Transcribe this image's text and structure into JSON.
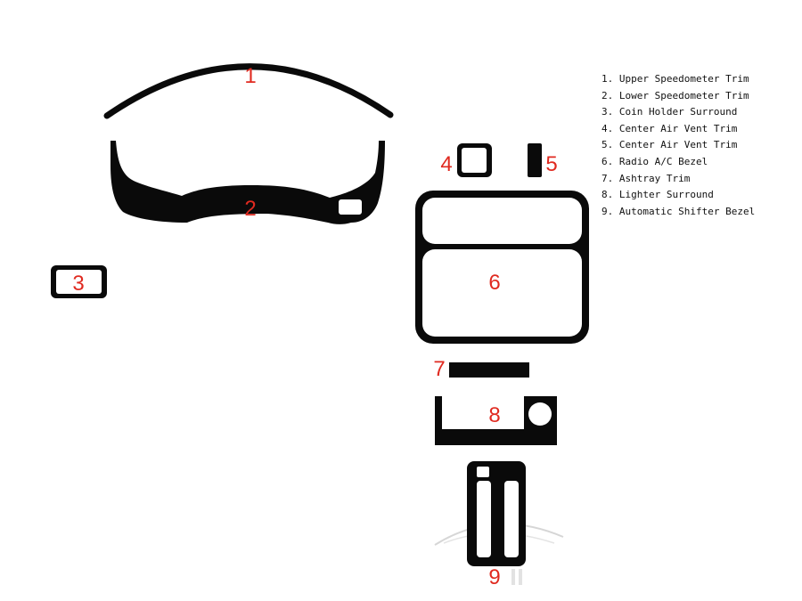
{
  "colors": {
    "part_fill": "#0a0a0a",
    "callout": "#e02a20",
    "legend_text": "#111111",
    "background": "#ffffff"
  },
  "callouts": [
    "1",
    "2",
    "3",
    "4",
    "5",
    "6",
    "7",
    "8",
    "9"
  ],
  "legend": [
    "1.  Upper Speedometer Trim",
    "2.  Lower Speedometer Trim",
    "3.  Coin Holder Surround",
    "4.  Center Air Vent Trim",
    "5.  Center Air Vent Trim",
    "6.  Radio A/C Bezel",
    "7.  Ashtray Trim",
    "8.  Lighter Surround",
    "9.  Automatic Shifter Bezel"
  ]
}
